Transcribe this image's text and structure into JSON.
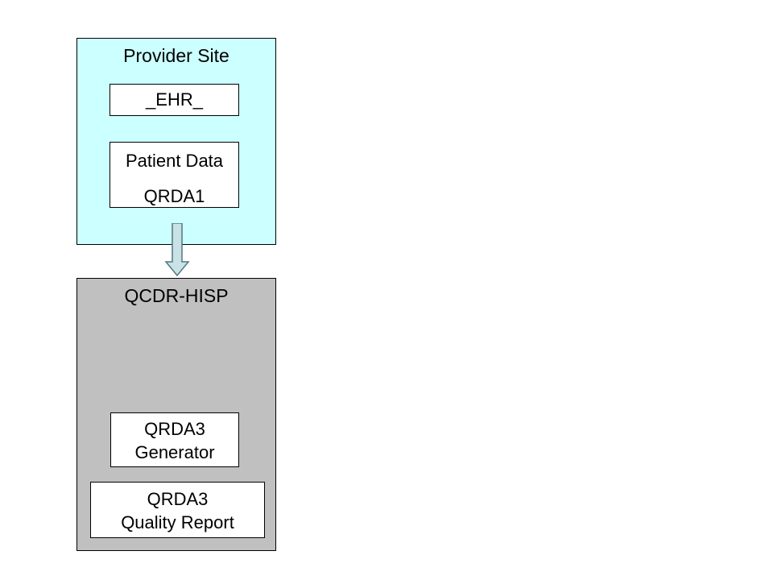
{
  "diagram": {
    "provider_site": {
      "title": "Provider Site",
      "ehr_label": "_EHR_",
      "patient_data": {
        "line1": "Patient Data",
        "line2": "QRDA1"
      }
    },
    "flow": {
      "arrow_icon": "down-arrow",
      "direction": "provider-site-to-qcdr-hisp"
    },
    "qcdr_hisp": {
      "title": "QCDR-HISP",
      "generator": {
        "line1": "QRDA3",
        "line2": "Generator"
      },
      "quality_report": {
        "line1": "QRDA3",
        "line2": "Quality Report"
      }
    },
    "colors": {
      "provider_fill": "#CCFFFF",
      "qcdr_fill": "#C0C0C0",
      "inner_box_fill": "#FFFFFF",
      "border": "#000000",
      "arrow_fill": "#C8E2E6",
      "arrow_stroke": "#547680"
    }
  }
}
